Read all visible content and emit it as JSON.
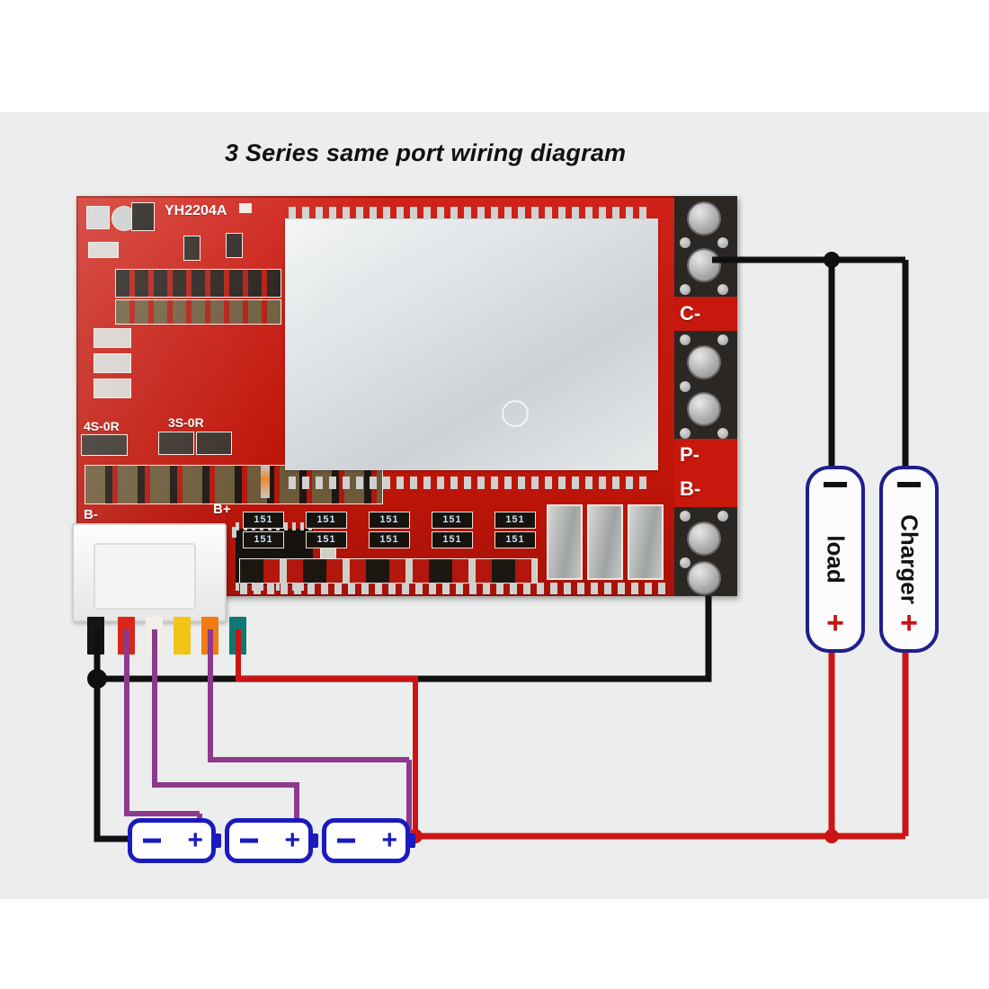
{
  "title": "3 Series same port wiring diagram",
  "board": {
    "silkscreen": {
      "model": "YH2204A",
      "jumper_4s": "4S-0R",
      "jumper_3s": "3S-0R",
      "b_minus_left": "B-",
      "b_plus_left": "B+",
      "watermark": ""
    },
    "pads": [
      {
        "label": "C-",
        "name": "pad-c-minus"
      },
      {
        "label": "P-",
        "name": "pad-p-minus"
      },
      {
        "label": "B-",
        "name": "pad-b-minus"
      }
    ],
    "balance_resistor_label": "151"
  },
  "connector": {
    "wire_colors": [
      "#151515",
      "#d8261b",
      "#f2f0e6",
      "#f2c415",
      "#f07c12",
      "#0c7a72"
    ]
  },
  "devices": [
    {
      "name": "load",
      "label": "load",
      "minus": "-",
      "plus": "+"
    },
    {
      "name": "charger",
      "label": "Charger",
      "minus": "-",
      "plus": "+"
    }
  ],
  "battery": {
    "cells": [
      {
        "minus": "-",
        "plus": "+"
      },
      {
        "minus": "-",
        "plus": "+"
      },
      {
        "minus": "-",
        "plus": "+"
      }
    ]
  },
  "colors": {
    "background": "#eceded",
    "pcb_red": "#c6190f",
    "wire_black": "#101010",
    "wire_red": "#cc1414",
    "wire_purple": "#8d3a8d",
    "device_border": "#1f1f8c",
    "cell_border": "#1a1ac0",
    "plus_red": "#c81414"
  }
}
